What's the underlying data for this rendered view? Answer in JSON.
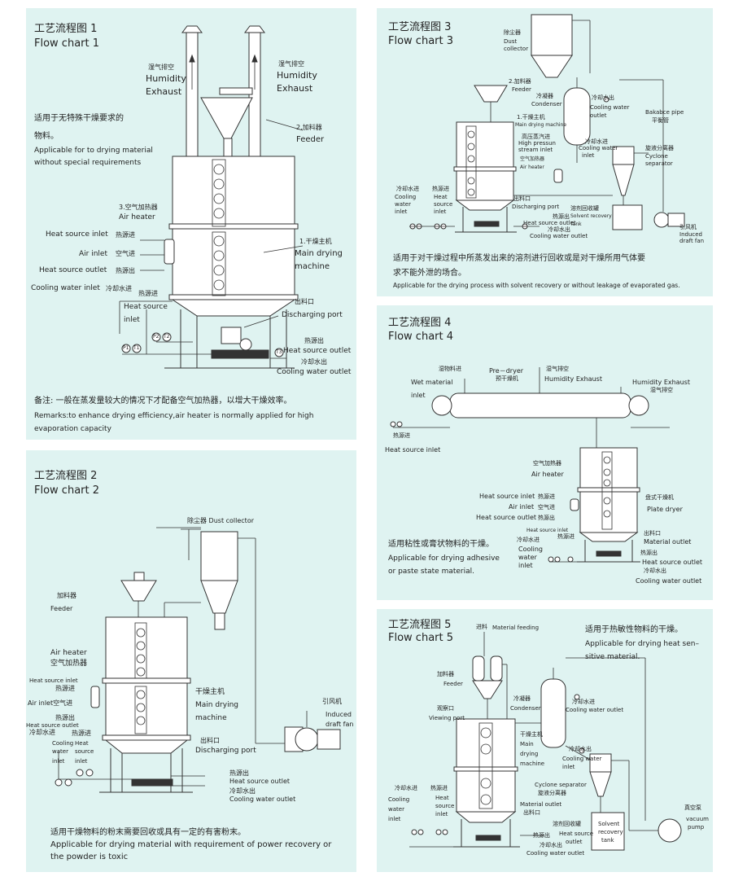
{
  "flow1": {
    "title_cn": "工艺流程图 1",
    "title_en": "Flow chart 1",
    "humidity_exhaust_cn_a": "湿气排空",
    "humidity_exhaust_en_a1": "Humidity",
    "humidity_exhaust_en_a2": "Exhaust",
    "humidity_exhaust_cn_b": "湿气排空",
    "humidity_exhaust_en_b1": "Humidity",
    "humidity_exhaust_en_b2": "Exhaust",
    "feeder_cn": "2.加料器",
    "feeder_en": "Feeder",
    "desc_cn_1": "适用于无特殊干燥要求的",
    "desc_cn_2": "物料。",
    "desc_en_1": "Applicable for to drying material",
    "desc_en_2": "without special requirements",
    "air_heater_cn": "3.空气加热器",
    "air_heater_en": "Air heater",
    "heat_source_inlet_en": "Heat source inlet",
    "heat_source_inlet_cn": "热源进",
    "air_inlet_en": "Air inlet",
    "air_inlet_cn": "空气进",
    "heat_source_outlet_en": "Heat source outlet",
    "heat_source_outlet_cn": "热源出",
    "main_drying_cn": "1.干燥主机",
    "main_drying_en1": "Main drying",
    "main_drying_en2": "machine",
    "cooling_water_inlet_en": "Cooling water inlet",
    "cooling_water_inlet_cn": "冷却水进",
    "heat_source_cn": "热源进",
    "heat_source_en1": "Heat",
    "heat_source_en2": "source",
    "heat_source_en3": "inlet",
    "discharging_cn": "出料口",
    "discharging_en": "Discharging port",
    "hs_outlet_cn": "热源出",
    "hs_outlet_en": "Heat source outlet",
    "cw_outlet_cn": "冷却水出",
    "cw_outlet_en": "Cooling water outlet",
    "remark_cn": "备注: 一般在蒸发量较大的情况下才配备空气加热器，以增大干燥效率。",
    "remark_en_1": "Remarks:to enhance drying efficiency,air heater is normally applied for high",
    "remark_en_2": "evaporation capacity",
    "gauge_p1": "P1",
    "gauge_t1": "T1",
    "gauge_p2": "P2",
    "gauge_t2": "T2",
    "gauge_t3": "T3"
  },
  "flow2": {
    "title_cn": "工艺流程图 2",
    "title_en": "Flow chart 2",
    "dust_collector": "除尘器  Dust collector",
    "feeder_cn": "加料器",
    "feeder_en": "Feeder",
    "air_heater_en": "Air heater",
    "air_heater_cn": "空气加热器",
    "hs_inlet_en": "Heat source inlet",
    "hs_inlet_cn": "热源进",
    "air_inlet": "Air inlet空气进",
    "hs_outlet_cn": "热源出",
    "hs_outlet_en": "Heat source outlet",
    "cw_inlet_cn": "冷却水进",
    "cw_en1": "Cooling",
    "cw_en2": "water",
    "cw_en3": "inlet",
    "hs_cn": "热源进",
    "hs_en1": "Heat",
    "hs_en2": "source",
    "hs_en3": "inlet",
    "main_cn": "干燥主机",
    "main_en1": "Main drying",
    "main_en2": "machine",
    "discharge_cn": "出料口",
    "discharge_en": "Discharging port",
    "fan_cn": "引风机",
    "fan_en1": "Induced",
    "fan_en2": "draft fan",
    "hs_out_cn": "热源出",
    "hs_out_en": "Heat source outlet",
    "cw_out_cn": "冷却水出",
    "cw_out_en": "Cooling water outlet",
    "desc_cn": "适用干燥物料的粉末需要回收或具有一定的有害粉末。",
    "desc_en_1": "Applicable for drying material with requirement of power recovery or",
    "desc_en_2": "the powder is toxic"
  },
  "flow3": {
    "title_cn": "工艺流程图 3",
    "title_en": "Flow chart 3",
    "dust_cn": "除尘器",
    "dust_en1": "Dust",
    "dust_en2": "collector",
    "feeder_cn": "2.加料器",
    "feeder_en": "Feeder",
    "condenser_cn": "冷凝器",
    "condenser_en": "Condenser",
    "cw_out_cn": "冷却水出",
    "cw_out_en1": "Cooling water",
    "cw_out_en2": "outlet",
    "bakabce_en": "Bakabce pipe",
    "bakabce_cn": "平衡管",
    "main_cn": "1.干燥主机",
    "main_en": "Main drying machine",
    "hp_cn": "高压蒸汽进",
    "hp_en1": "High pressun",
    "hp_en2": "stream inlet",
    "aircn": "空气加热器",
    "airen": "Air heater",
    "cw_in_en1": "Cooling water",
    "cw_in_en2": "inlet",
    "cw_in_cn": "冷却水进",
    "cyc_cn": "旋液分离器",
    "cyc_en1": "Cyclone",
    "cyc_en2": "separator",
    "l_cw_cn": "冷却水进",
    "l_cw_en1": "Cooling",
    "l_cw_en2": "water",
    "l_cw_en3": "inlet",
    "l_hs_cn": "热源进",
    "l_hs_en1": "Heat",
    "l_hs_en2": "source",
    "l_hs_en3": "inlet",
    "dis_cn": "出料口",
    "dis_en": "Discharging port",
    "tank_cn": "溶剂回收罐",
    "tank_en1": "Solvent recovery",
    "tank_en2": "Tank",
    "hs_out_cn": "热源出",
    "hs_out_en": "Heat source outlet",
    "cw_out2_cn": "冷却水出",
    "cw_out2_en": "Cooling water outlet",
    "fan_cn": "引风机",
    "fan_en1": "Induced",
    "fan_en2": "draft fan",
    "desc_cn_1": "适用于对干燥过程中所蒸发出来的溶剂进行回收或是对干燥所用气体要",
    "desc_cn_2": "求不能外泄的场合。",
    "desc_en": "Applicable for the drying process with solvent recovery or without leakage of evaporated gas."
  },
  "flow4": {
    "title_cn": "工艺流程图 4",
    "title_en": "Flow chart 4",
    "wet_cn": "湿物料进",
    "wet_en1": "Wet material",
    "wet_en2": "inlet",
    "pre_en": "Pre－dryer",
    "pre_cn": "预干燥机",
    "hum_cn": "湿气排空",
    "hum_en": "Humidity Exhaust",
    "hum2_en": "Humidity Exhaust",
    "hum2_cn": "湿气排空",
    "hs_cn": "热源进",
    "hs_en": "Heat source inlet",
    "airh_cn": "空气加热器",
    "airh_en": "Air heater",
    "hsi_en": "Heat source inlet",
    "hsi_cn": "热源进",
    "ai_en": "Air inlet",
    "ai_cn": "空气进",
    "hso_en": "Heat source outlet",
    "hso_cn": "热源出",
    "plate_cn": "盘式干燥机",
    "plate_en": "Plate dryer",
    "desc_cn": "适用粘性或膏状物料的干燥。",
    "desc_en_1": "Applicable for drying adhesive",
    "desc_en_2": "or paste state material.",
    "hsi2_en": "Heat source inlet",
    "cw_cn": "冷却水进",
    "cw_en1": "Cooling",
    "cw_en2": "water",
    "cw_en3": "inlet",
    "hs2_cn": "热源进",
    "mat_cn": "出料口",
    "mat_en": "Material outlet",
    "hso2_cn": "热源出",
    "hso2_en": "Heat source outlet",
    "cwo_cn": "冷却水出",
    "cwo_en": "Cooling water outlet"
  },
  "flow5": {
    "title_cn": "工艺流程图 5",
    "title_en": "Flow chart 5",
    "feed_cn": "进料",
    "feed_en": "Material feeding",
    "desc_cn": "适用于热敏性物料的干燥。",
    "desc_en_1": "Applicable for drying heat sen–",
    "desc_en_2": "sitive material.",
    "feeder_cn": "加料器",
    "feeder_en": "Feeder",
    "view_cn": "观察口",
    "view_en": "Viewing port",
    "cond_cn": "冷凝器",
    "cond_en": "Condenser",
    "cwi_cn": "冷却水进",
    "cwo_en": "Cooling water outlet",
    "main_cn": "干燥主机",
    "main_en1": "Main",
    "main_en2": "drying",
    "main_en3": "machine",
    "cwo_cn2": "冷却水出",
    "cwi_en1": "Cooling water",
    "cwi_en2": "inlet",
    "cyc_en": "Cyclone separator",
    "cyc_cn": "旋液分离器",
    "vac_cn": "真空泵",
    "vac_en1": "vacuum",
    "vac_en2": "pump",
    "l_cw_cn": "冷却水进",
    "l_cw_en1": "Cooling",
    "l_cw_en2": "water",
    "l_cw_en3": "inlet",
    "l_hs_cn": "热源进",
    "l_hs_en1": "Heat",
    "l_hs_en2": "source",
    "l_hs_en3": "inlet",
    "mo_en1": "Material outlet",
    "mo_cn": "出料口",
    "tank_cn": "溶剂回收罐",
    "tank_en1": "Solvent",
    "tank_en2": "recovery",
    "tank_en3": "tank",
    "hs_out_cn": "热源出",
    "hs_out_en1": "Heat source",
    "hs_out_en2": "outlet",
    "cw_out_cn": "冷却水出",
    "cw_out_en": "Cooling water outlet"
  }
}
